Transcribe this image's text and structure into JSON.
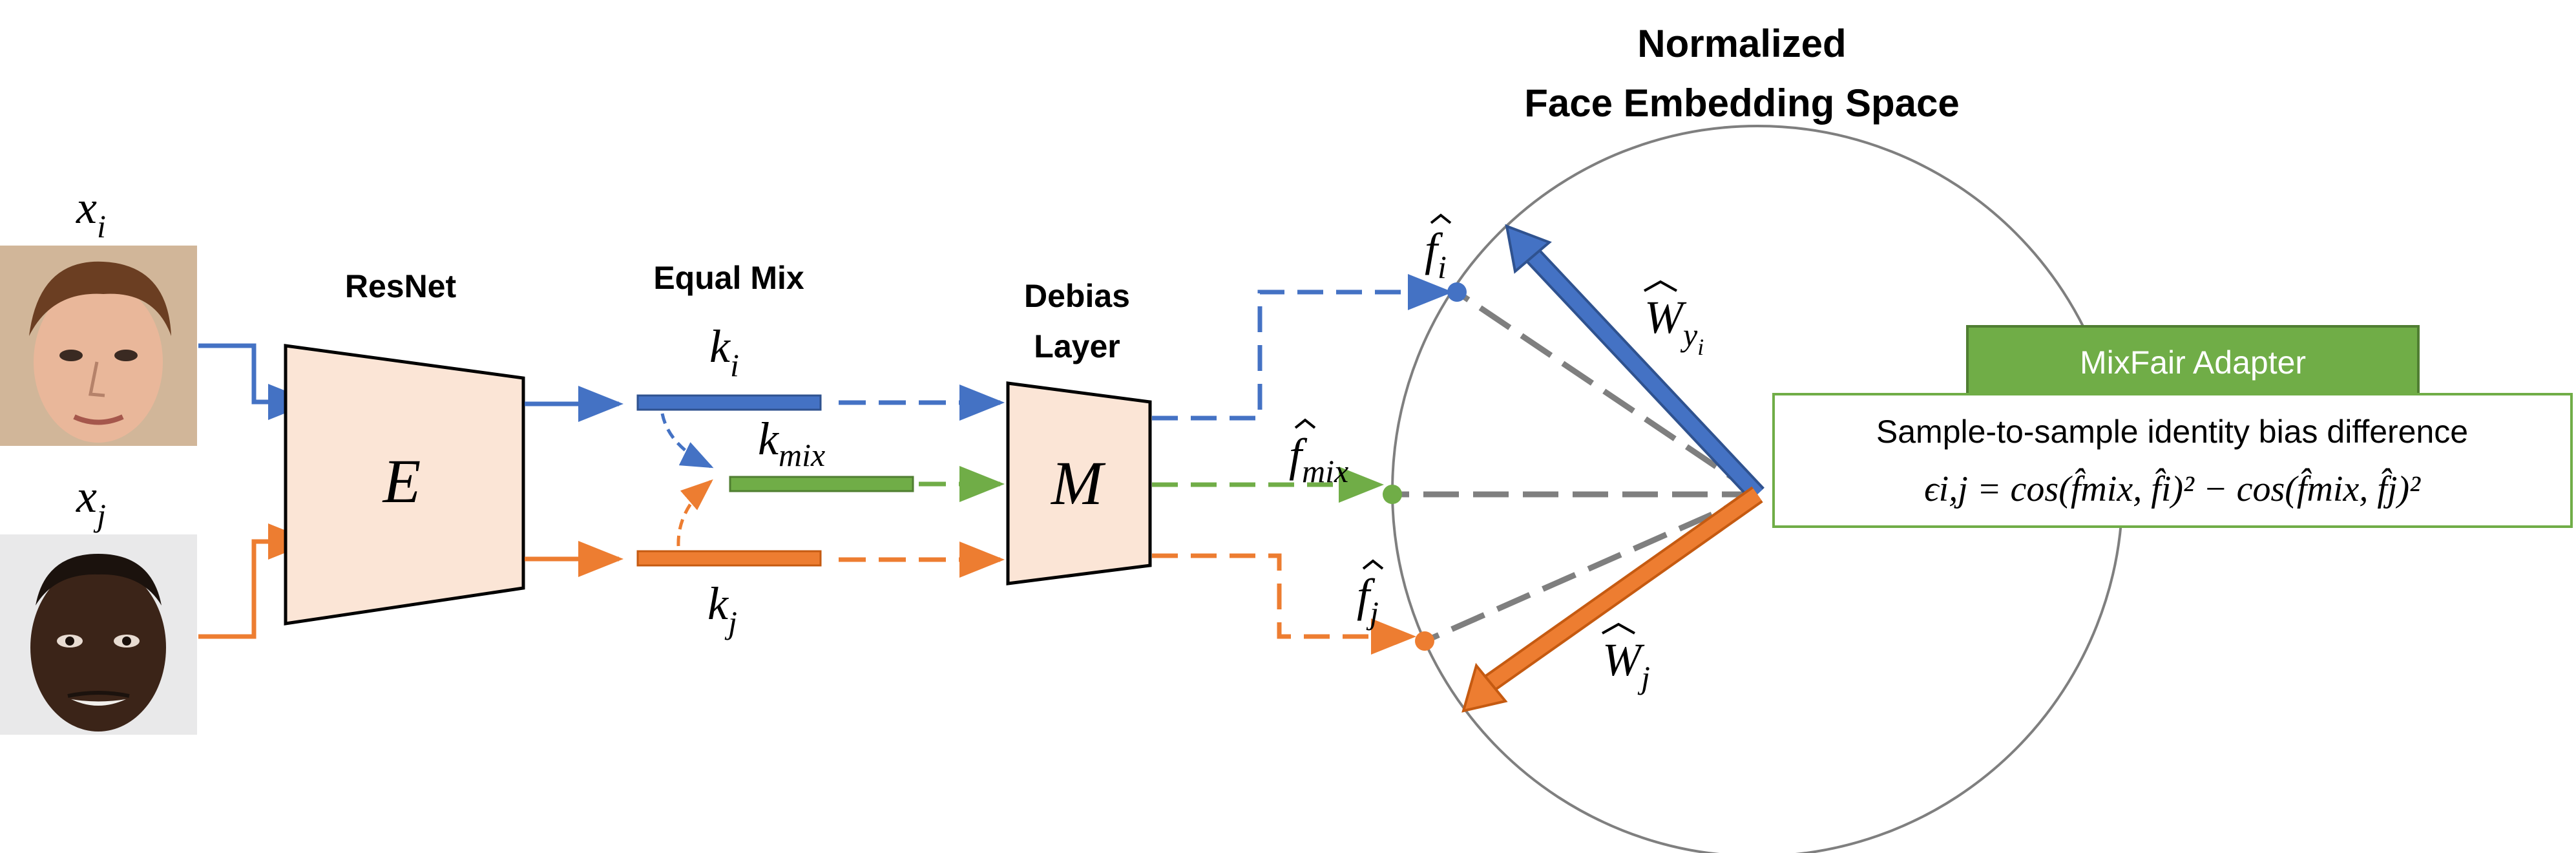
{
  "inputs": {
    "xi_label": {
      "base": "x",
      "sub": "i"
    },
    "xj_label": {
      "base": "x",
      "sub": "j"
    }
  },
  "backbone": {
    "title": "ResNet",
    "symbol": "E"
  },
  "mixing": {
    "title": "Equal Mix",
    "ki": {
      "base": "k",
      "sub": "i"
    },
    "kmix": {
      "base": "k",
      "sub": "mix"
    },
    "kj": {
      "base": "k",
      "sub": "j"
    }
  },
  "debias": {
    "title_line1": "Debias",
    "title_line2": "Layer",
    "symbol": "M"
  },
  "space": {
    "title_line1": "Normalized",
    "title_line2": "Face Embedding Space",
    "fi": {
      "base": "f",
      "sub": "i"
    },
    "fmix": {
      "base": "f",
      "sub": "mix"
    },
    "fj": {
      "base": "f",
      "sub": "j"
    },
    "Wyi": {
      "base": "W",
      "sub": "y",
      "subsub": "i"
    },
    "Wj": {
      "base": "W",
      "sub": "j"
    }
  },
  "adapter": {
    "title": "MixFair Adapter",
    "description": "Sample-to-sample identity bias difference",
    "formula": "ϵi,j = cos(f̂mix, f̂i)² − cos(f̂mix, f̂j)²"
  },
  "colors": {
    "blue": "#4472c4",
    "orange": "#ed7d31",
    "green": "#70ad47",
    "gray": "#7f7f7f",
    "peach": "#fbe5d6",
    "adapter_fill": "#70ad47",
    "adapter_text": "#ffffff"
  }
}
